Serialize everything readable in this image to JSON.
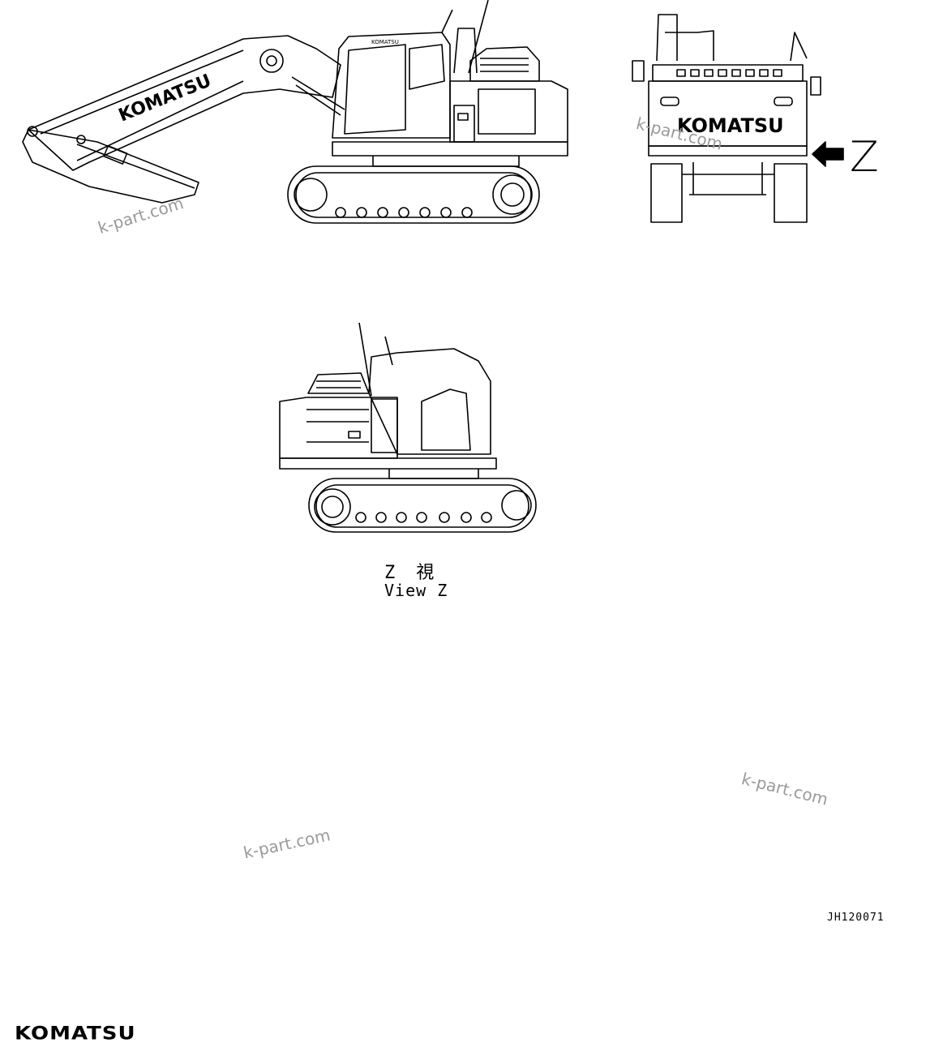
{
  "labels": {
    "view_z_jp": "Z　視",
    "view_z_en": "View Z",
    "arrow_letter": "Z",
    "drawing_code": "JH120071"
  },
  "decals": {
    "boom_logo": "KOMATSU",
    "rear_logo": "KOMATSU",
    "cab_badge": "KOMATSU"
  },
  "watermark": "k-part.com",
  "brand": "KOMATSU"
}
